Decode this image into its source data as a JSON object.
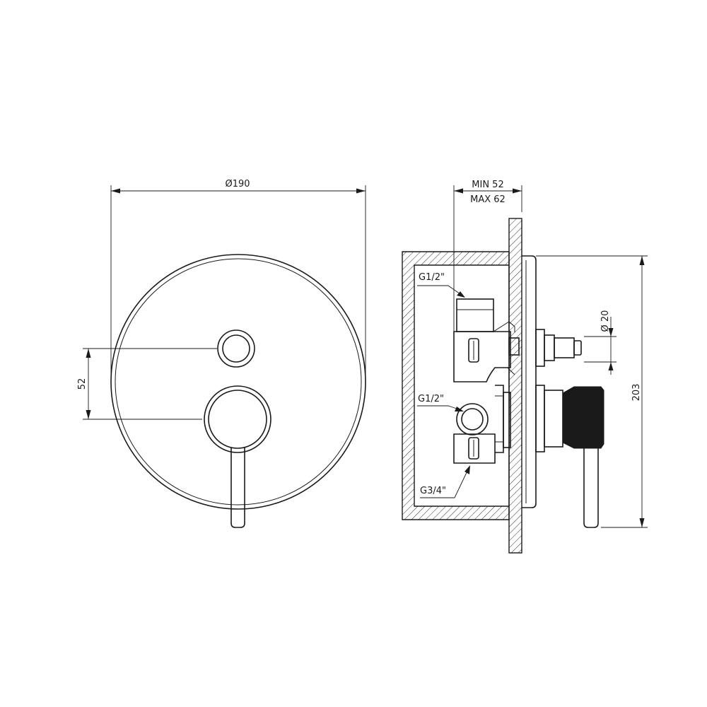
{
  "front_view": {
    "diameter_label": "Ø190",
    "spacing_label": "52"
  },
  "side_view": {
    "depth_min_label": "MIN 52",
    "depth_max_label": "MAX 62",
    "inlet_top_label": "G1/2\"",
    "inlet_mid_label": "G1/2\"",
    "outlet_label": "G3/4\"",
    "knob_diameter_label": "Ø 20",
    "height_label": "203"
  },
  "colors": {
    "line": "#1a1a1a",
    "background": "#ffffff"
  }
}
